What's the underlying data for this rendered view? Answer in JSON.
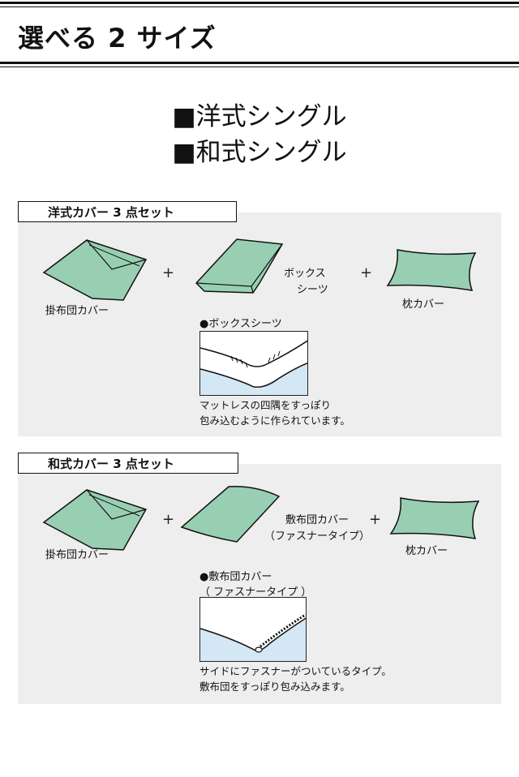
{
  "header": {
    "title": "選べる 2 サイズ"
  },
  "sizes": [
    "■洋式シングル",
    "■和式シングル"
  ],
  "sets": [
    {
      "tag": "洋式カバー 3 点セット",
      "items": [
        "掛布団カバー",
        "ボックス\nシーツ",
        "枕カバー"
      ],
      "plus": "+",
      "detail_title": "●ボックスシーツ",
      "detail_text": [
        "マットレスの四隅をすっぽり",
        "包み込むように作られています。"
      ]
    },
    {
      "tag": "和式カバー 3 点セット",
      "items": [
        "掛布団カバー",
        "敷布団カバー\n（ファスナータイプ）",
        "枕カバー"
      ],
      "plus": "+",
      "detail_title": [
        "●敷布団カバー",
        "（ ファスナータイプ ）"
      ],
      "detail_text": [
        "サイドにファスナーがついているタイプ。",
        "敷布団をすっぽり包み込みます。"
      ]
    }
  ],
  "colors": {
    "mint": "#98cfb2",
    "panel": "#eeeeee",
    "sheet_blue": "#d4e7f4"
  }
}
